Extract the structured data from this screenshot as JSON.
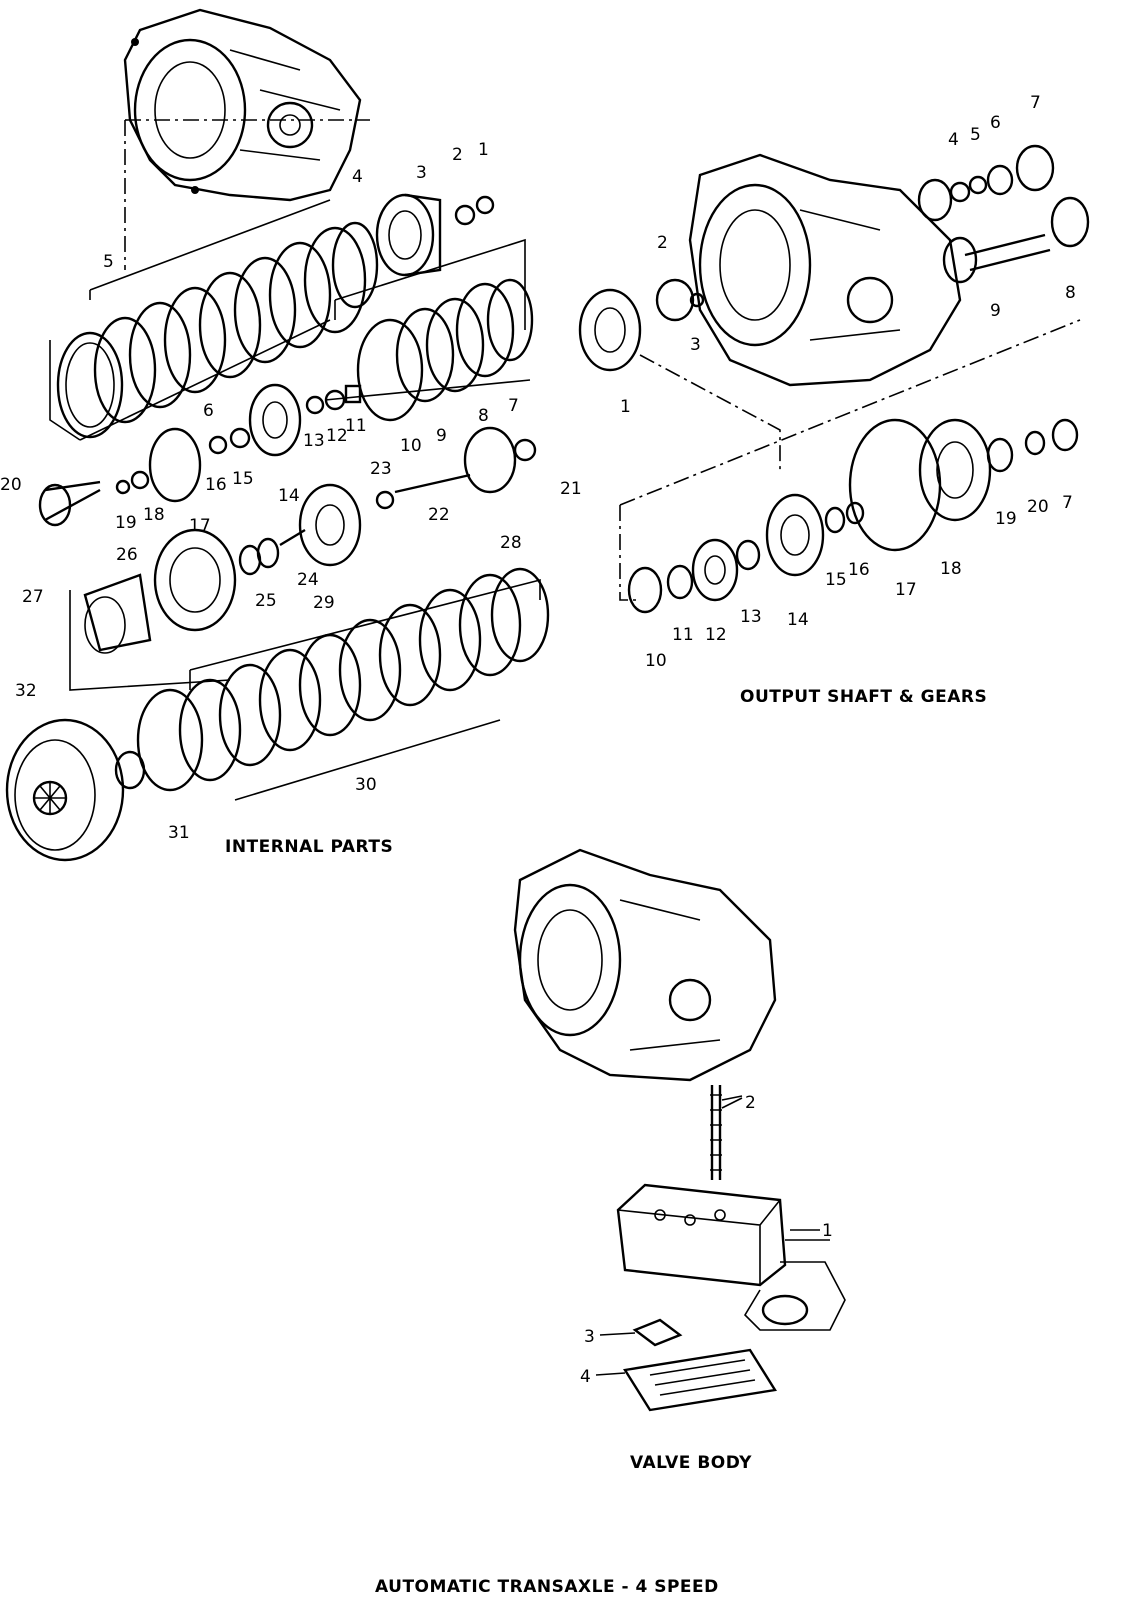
{
  "sections": {
    "internal_parts": "INTERNAL PARTS",
    "output_shaft": "OUTPUT SHAFT & GEARS",
    "valve_body": "VALVE BODY"
  },
  "title": "AUTOMATIC TRANSAXLE - 4 SPEED",
  "callouts": {
    "internal": [
      "1",
      "2",
      "3",
      "4",
      "5",
      "6",
      "7",
      "8",
      "9",
      "10",
      "11",
      "12",
      "13",
      "14",
      "15",
      "16",
      "17",
      "18",
      "19",
      "20",
      "21",
      "22",
      "23",
      "24",
      "25",
      "26",
      "27",
      "28",
      "29",
      "30",
      "31",
      "32"
    ],
    "output": [
      "1",
      "2",
      "3",
      "4",
      "5",
      "6",
      "7",
      "8",
      "9",
      "10",
      "11",
      "12",
      "13",
      "14",
      "15",
      "16",
      "17",
      "18",
      "19",
      "20",
      "7"
    ],
    "valve": [
      "1",
      "2",
      "3",
      "4"
    ]
  }
}
